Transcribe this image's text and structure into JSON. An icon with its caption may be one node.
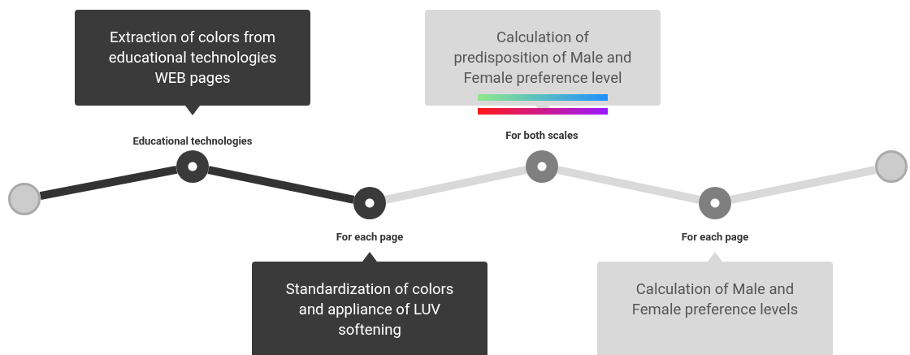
{
  "diagram": {
    "nodes": [
      {
        "text": [],
        "shape": "circle"
      },
      {
        "text": [],
        "shape": "circle",
        "beside": [
          "Educational technologies"
        ]
      },
      {
        "text": [],
        "shape": "circle",
        "beside": [
          "For each page"
        ]
      },
      {
        "text": [],
        "shape": "circle",
        "beside": [
          "For both scales"
        ]
      },
      {
        "text": [],
        "shape": "circle",
        "beside": [
          "For each page"
        ]
      },
      {
        "text": [],
        "shape": "circle"
      },
      {
        "text": [
          "Extraction of colors from educational technologies WEB pages"
        ]
      },
      {
        "text": [
          "Standardization of colors and appliance of LUV softening"
        ]
      },
      {
        "text": [
          "Calculation of predisposition of Male and Female preference level"
        ]
      },
      {
        "text": [
          "Calculation of Male and Female preference levels"
        ]
      }
    ],
    "edges": [
      {
        "from": 0,
        "to": 1,
        "arrow": "none",
        "color": "#333333"
      },
      {
        "from": 1,
        "to": 2,
        "arrow": "none",
        "color": "#333333"
      },
      {
        "from": 2,
        "to": 3,
        "arrow": "none"
      },
      {
        "from": 3,
        "to": 4,
        "arrow": "none"
      },
      {
        "from": 4,
        "to": 5,
        "arrow": "none"
      }
    ]
  }
}
